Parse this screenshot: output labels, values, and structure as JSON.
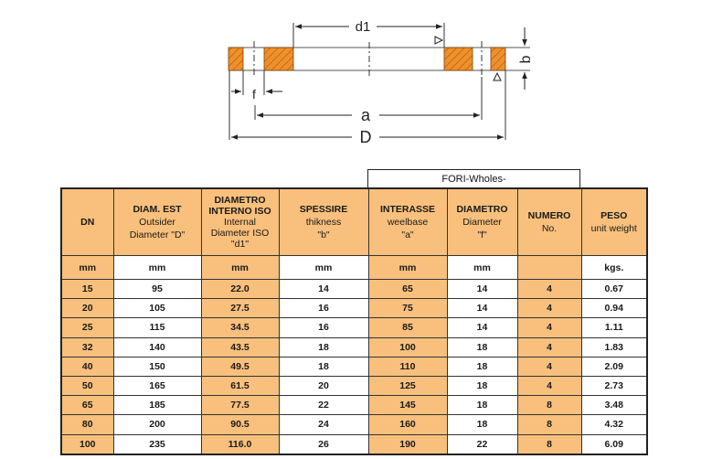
{
  "diagram": {
    "labels": {
      "d1": "d1",
      "b": "b",
      "f": "f",
      "a": "a",
      "D": "D"
    },
    "hatch_color": "#F0902A",
    "hatch_line_color": "#8B4A12"
  },
  "table": {
    "group_header": "FORI-Wholes-",
    "columns": [
      {
        "title": "DN",
        "sub": [
          "",
          ""
        ],
        "unit": "mm"
      },
      {
        "title": "DIAM. EST",
        "sub": [
          "Outsider",
          "Diameter  \"D\""
        ],
        "unit": "mm"
      },
      {
        "title": "DIAMETRO INTERNO ISO",
        "sub": [
          "Internal",
          "Diameter ISO",
          "\"d1\""
        ],
        "unit": "mm"
      },
      {
        "title": "SPESSIRE",
        "sub": [
          "thikness",
          "\"b\""
        ],
        "unit": "mm"
      },
      {
        "title": "INTERASSE",
        "sub": [
          "weelbase",
          "\"a\""
        ],
        "unit": "mm"
      },
      {
        "title": "DIAMETRO",
        "sub": [
          "Diameter",
          "\"f\""
        ],
        "unit": "mm"
      },
      {
        "title": "NUMERO",
        "sub": [
          "No."
        ],
        "unit": ""
      },
      {
        "title": "PESO",
        "sub": [
          "unit weight"
        ],
        "unit": "kgs."
      }
    ],
    "header_text": {
      "c0_l1": "DN",
      "c1_l1": "DIAM. EST",
      "c1_l2": "Outsider",
      "c1_l3": "Diameter  \"D\"",
      "c2_l1": "DIAMETRO",
      "c2_l2": "INTERNO ISO",
      "c2_l3": "Internal",
      "c2_l4": "Diameter ISO",
      "c2_l5": "\"d1\"",
      "c3_l1": "SPESSIRE",
      "c3_l2": "thikness",
      "c3_l3": "\"b\"",
      "c4_l1": "INTERASSE",
      "c4_l2": "weelbase",
      "c4_l3": "\"a\"",
      "c5_l1": "DIAMETRO",
      "c5_l2": "Diameter",
      "c5_l3": "\"f\"",
      "c6_l1": "NUMERO",
      "c6_l2": "No.",
      "c7_l1": "PESO",
      "c7_l2": "unit weight"
    },
    "units": [
      "mm",
      "mm",
      "mm",
      "mm",
      "mm",
      "mm",
      "",
      "kgs."
    ],
    "rows": [
      [
        "15",
        "95",
        "22.0",
        "14",
        "65",
        "14",
        "4",
        "0.67"
      ],
      [
        "20",
        "105",
        "27.5",
        "16",
        "75",
        "14",
        "4",
        "0.94"
      ],
      [
        "25",
        "115",
        "34.5",
        "16",
        "85",
        "14",
        "4",
        "1.11"
      ],
      [
        "32",
        "140",
        "43.5",
        "18",
        "100",
        "18",
        "4",
        "1.83"
      ],
      [
        "40",
        "150",
        "49.5",
        "18",
        "110",
        "18",
        "4",
        "2.09"
      ],
      [
        "50",
        "165",
        "61.5",
        "20",
        "125",
        "18",
        "4",
        "2.73"
      ],
      [
        "65",
        "185",
        "77.5",
        "22",
        "145",
        "18",
        "8",
        "3.48"
      ],
      [
        "80",
        "200",
        "90.5",
        "24",
        "160",
        "18",
        "8",
        "4.32"
      ],
      [
        "100",
        "235",
        "116.0",
        "26",
        "190",
        "22",
        "8",
        "6.09"
      ]
    ],
    "colors": {
      "orange_cell": "#F8C07C",
      "white_cell": "#FFFFFF",
      "border": "#222222"
    }
  }
}
